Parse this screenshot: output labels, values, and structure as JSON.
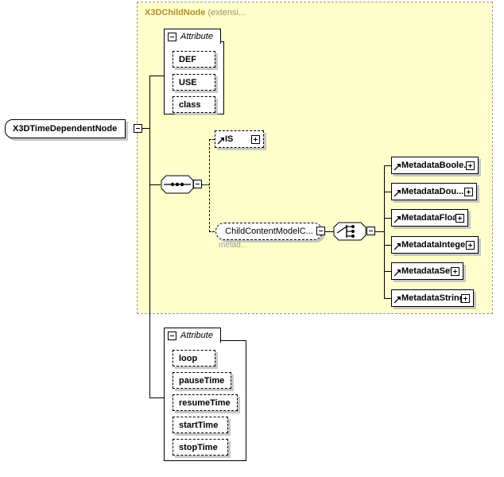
{
  "diagram": {
    "type": "xml-schema-element-diagram",
    "root": {
      "name": "X3DTimeDependentNode",
      "toggle": "minus"
    },
    "extension_panel": {
      "base_type": "X3DChildNode",
      "suffix": " (extensi...",
      "background": "#ffffcc",
      "border_color": "#999999"
    },
    "inner_attribute_group": {
      "label": "Attribute",
      "toggle": "minus",
      "items": [
        {
          "name": "DEF",
          "optional": true
        },
        {
          "name": "USE",
          "optional": true
        },
        {
          "name": "class",
          "optional": true
        }
      ]
    },
    "sequence_compositor": {
      "icon": "sequence-icon",
      "toggle": "minus"
    },
    "is_element": {
      "name": "IS",
      "toggle": "plus",
      "optional": true
    },
    "child_content_model": {
      "name": "ChildContentModelC...",
      "sub_label": "metad...",
      "toggle": "minus"
    },
    "choice_compositor": {
      "icon": "choice-icon",
      "toggle": "minus"
    },
    "metadata_elements": [
      {
        "name": "MetadataBoole...",
        "toggle": "plus",
        "width": 110
      },
      {
        "name": "MetadataDou...",
        "toggle": "plus",
        "width": 108
      },
      {
        "name": "MetadataFloat",
        "toggle": "plus",
        "width": 97
      },
      {
        "name": "MetadataInteger",
        "toggle": "plus",
        "width": 110
      },
      {
        "name": "MetadataSet",
        "toggle": "plus",
        "width": 91
      },
      {
        "name": "MetadataString",
        "toggle": "plus",
        "width": 104
      }
    ],
    "outer_attribute_group": {
      "label": "Attribute",
      "toggle": "minus",
      "items": [
        {
          "name": "loop",
          "optional": true
        },
        {
          "name": "pauseTime",
          "optional": true
        },
        {
          "name": "resumeTime",
          "optional": true
        },
        {
          "name": "startTime",
          "optional": true
        },
        {
          "name": "stopTime",
          "optional": true
        }
      ]
    },
    "colors": {
      "panel_fill": "#ffffcc",
      "panel_border": "#999999",
      "title_color": "#b38f2e",
      "sub_label_color": "#999999",
      "shadow": "#c8c8c8",
      "line": "#000000"
    }
  }
}
